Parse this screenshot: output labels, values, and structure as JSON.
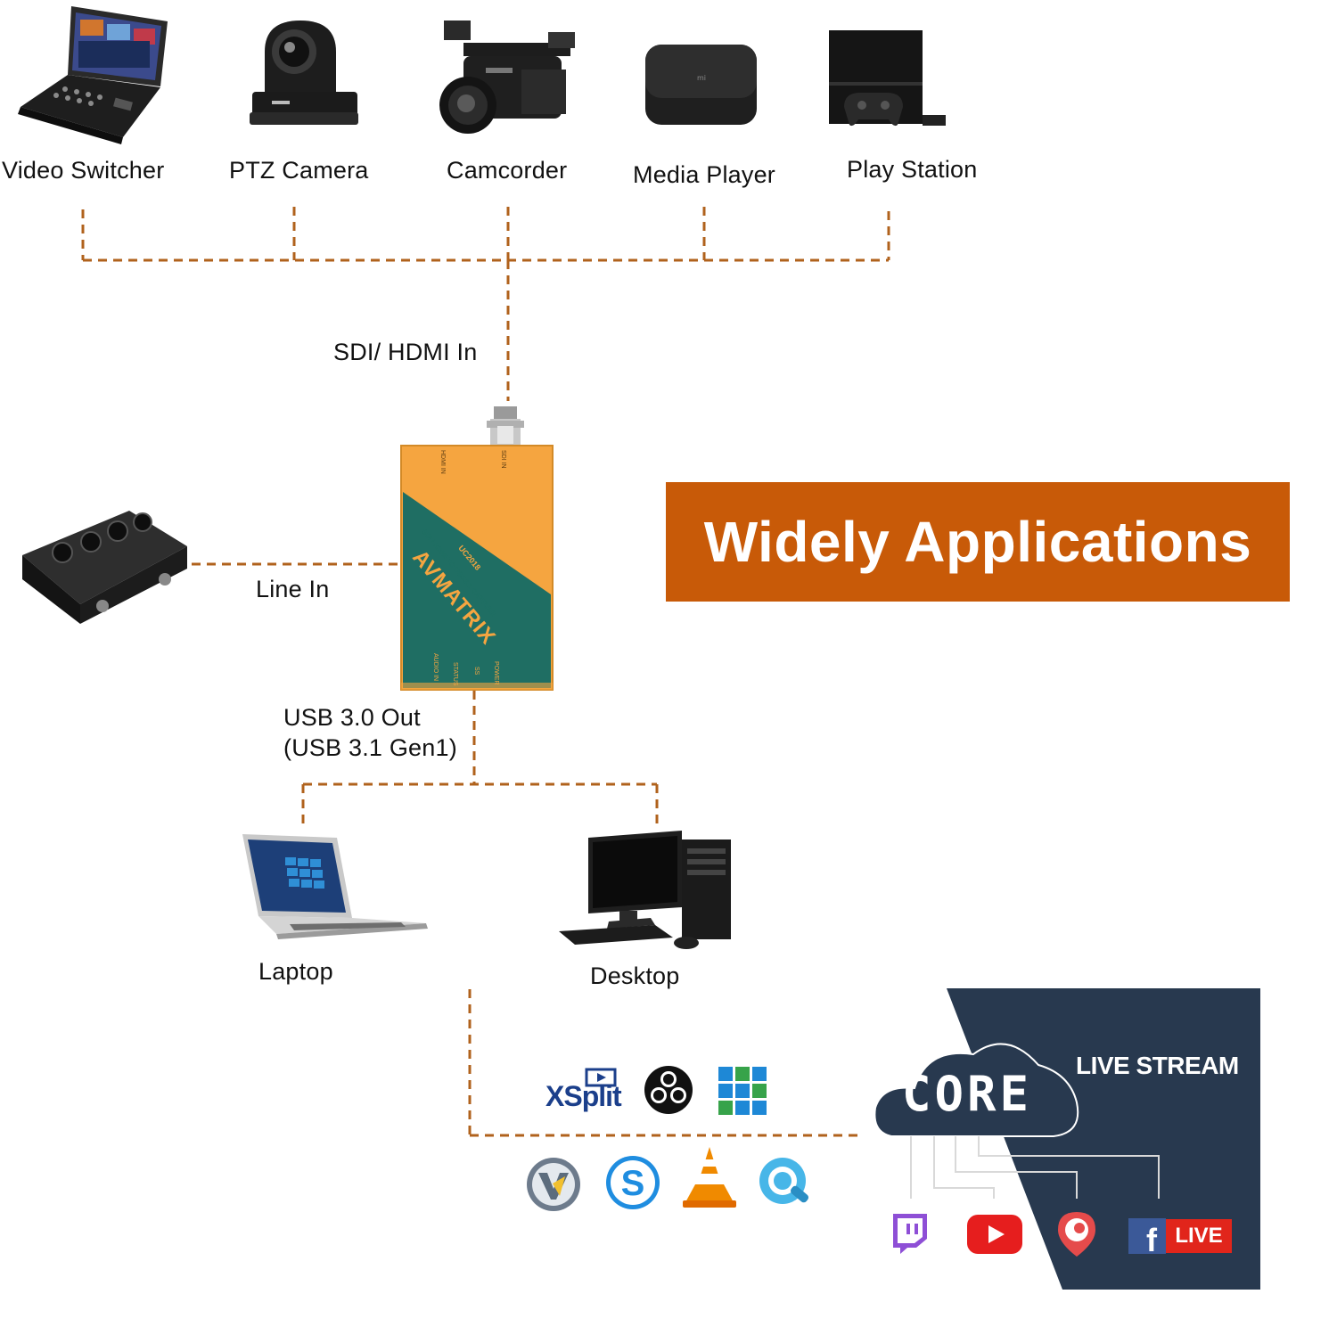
{
  "sources": [
    {
      "label": "Video Switcher",
      "icon": "video-switcher-icon"
    },
    {
      "label": "PTZ Camera",
      "icon": "ptz-camera-icon"
    },
    {
      "label": "Camcorder",
      "icon": "camcorder-icon"
    },
    {
      "label": "Media Player",
      "icon": "media-player-icon"
    },
    {
      "label": "Play Station",
      "icon": "playstation-icon"
    }
  ],
  "connections": {
    "input_label": "SDI/ HDMI In",
    "line_in_label": "Line In",
    "usb_out_line1": "USB 3.0 Out",
    "usb_out_line2": "(USB 3.1 Gen1)"
  },
  "device": {
    "brand": "AVMATRIX",
    "subtitle": "SDI / HDMI TO USB3.1 CAPTURE",
    "model": "UC2018",
    "port_hdmi": "HDMI IN",
    "port_sdi": "SDI IN",
    "port_audio": "AUDIO IN",
    "port_status": "STATUS",
    "port_ss": "SS",
    "port_power": "POWER",
    "colors": {
      "orange": "#f5a540",
      "teal": "#1f6e63"
    }
  },
  "banner": {
    "text": "Widely Applications",
    "color": "#c85a08"
  },
  "computers": [
    {
      "label": "Laptop",
      "icon": "laptop-icon"
    },
    {
      "label": "Desktop",
      "icon": "desktop-icon"
    }
  ],
  "software": {
    "xsplit": "XSplit",
    "icons": [
      "xsplit-icon",
      "obs-icon",
      "windows-app-icon",
      "wirecast-icon",
      "skype-icon",
      "vlc-icon",
      "quicktime-icon"
    ]
  },
  "live_stream": {
    "title": "LIVE STREAM",
    "cloud_word": "CORE",
    "platforms": [
      "twitch-icon",
      "youtube-icon",
      "periscope-icon",
      "facebook-live-icon"
    ],
    "facebook_live": "LIVE",
    "panel_color": "#28394f"
  },
  "wire_color": "#b0621c"
}
